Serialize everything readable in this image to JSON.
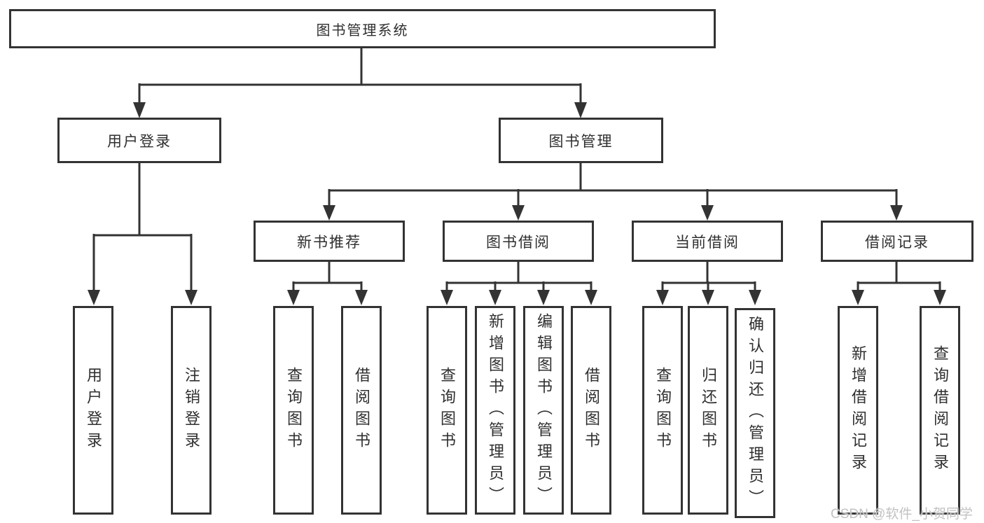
{
  "diagram": {
    "root": "图书管理系统",
    "login": {
      "label": "用户登录",
      "children": [
        "用户登录",
        "注销登录"
      ]
    },
    "management": {
      "label": "图书管理",
      "groups": [
        {
          "label": "新书推荐",
          "children": [
            "查询图书",
            "借阅图书"
          ]
        },
        {
          "label": "图书借阅",
          "children": [
            "查询图书",
            "新增图书（管理员）",
            "编辑图书（管理员）",
            "借阅图书"
          ]
        },
        {
          "label": "当前借阅",
          "children": [
            "查询图书",
            "归还图书",
            "确认归还（管理员）"
          ]
        },
        {
          "label": "借阅记录",
          "children": [
            "新增借阅记录",
            "查询借阅记录"
          ]
        }
      ]
    }
  },
  "watermark": "CSDN @软件_小贺同学",
  "colors": {
    "line": "#333333",
    "box_border": "#333333",
    "text": "#2f2f2f",
    "watermark": "#c2c2c2",
    "background": "#ffffff"
  }
}
